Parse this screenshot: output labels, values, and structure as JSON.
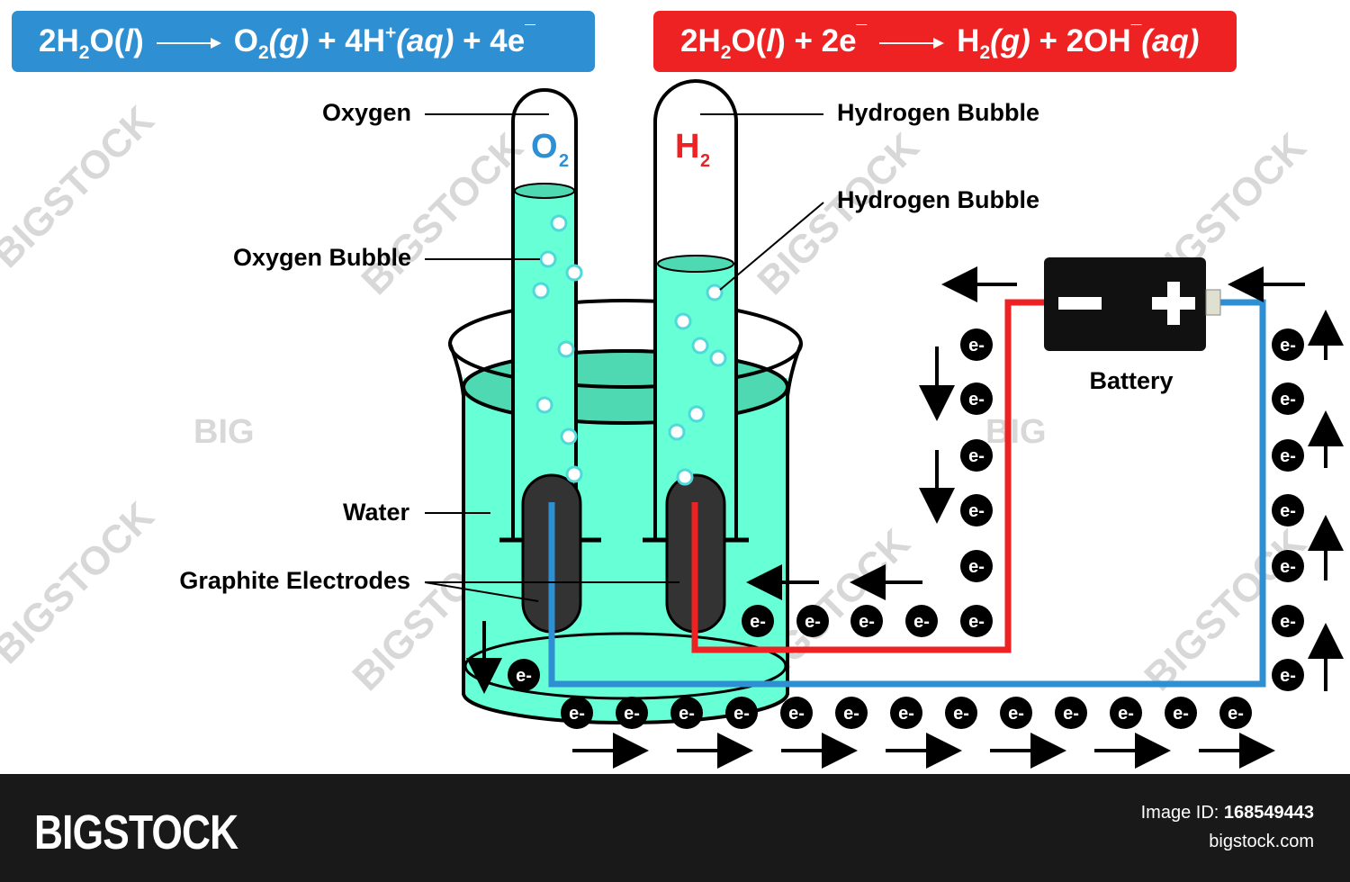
{
  "equations": {
    "anode": {
      "lhs_pre": "2H",
      "lhs_sub": "2",
      "lhs_post": "O(",
      "lhs_state": "l",
      "lhs_close": ")",
      "p1_pre": "O",
      "p1_sub": "2",
      "p1_state": "(g)",
      "p2": " + 4H",
      "p2_sup": "+",
      "p2_state": "(aq)",
      "p3": " + 4e",
      "p3_sup": "¯"
    },
    "cathode": {
      "lhs_pre": "2H",
      "lhs_sub": "2",
      "lhs_post": "O(",
      "lhs_state": "l",
      "lhs_close": ")",
      "lhs_e": " + 2e",
      "lhs_e_sup": "¯",
      "p1_pre": "H",
      "p1_sub": "2",
      "p1_state": "(g)",
      "p2": " + 2OH",
      "p2_sup": "¯",
      "p2_state": "(aq)"
    },
    "anode_color": "#2e8fd2",
    "cathode_color": "#ee2222"
  },
  "tubes": {
    "o2": {
      "symbol": "O",
      "sub": "2",
      "color": "#2e8fd2"
    },
    "h2": {
      "symbol": "H",
      "sub": "2",
      "color": "#ee2222"
    }
  },
  "labels": {
    "oxygen": "Oxygen",
    "hydrogen_bubble_top": "Hydrogen Bubble",
    "hydrogen_bubble": "Hydrogen Bubble",
    "oxygen_bubble": "Oxygen Bubble",
    "water": "Water",
    "graphite_electrodes": "Graphite Electrodes",
    "battery": "Battery"
  },
  "battery": {
    "minus": "−",
    "plus": "+"
  },
  "electron_label": "e-",
  "colors": {
    "water": "#66ffd6",
    "water_dark": "#4fd9b2",
    "electrode": "#333333",
    "wire_positive": "#ee2222",
    "wire_negative": "#2e8fd2"
  },
  "watermark": "BIGSTOCK",
  "watermark_small": "BIG",
  "footer": {
    "brand": "BIGSTOCK",
    "image_id_label": "Image ID:",
    "image_id": "168549443",
    "site": "bigstock.com"
  }
}
